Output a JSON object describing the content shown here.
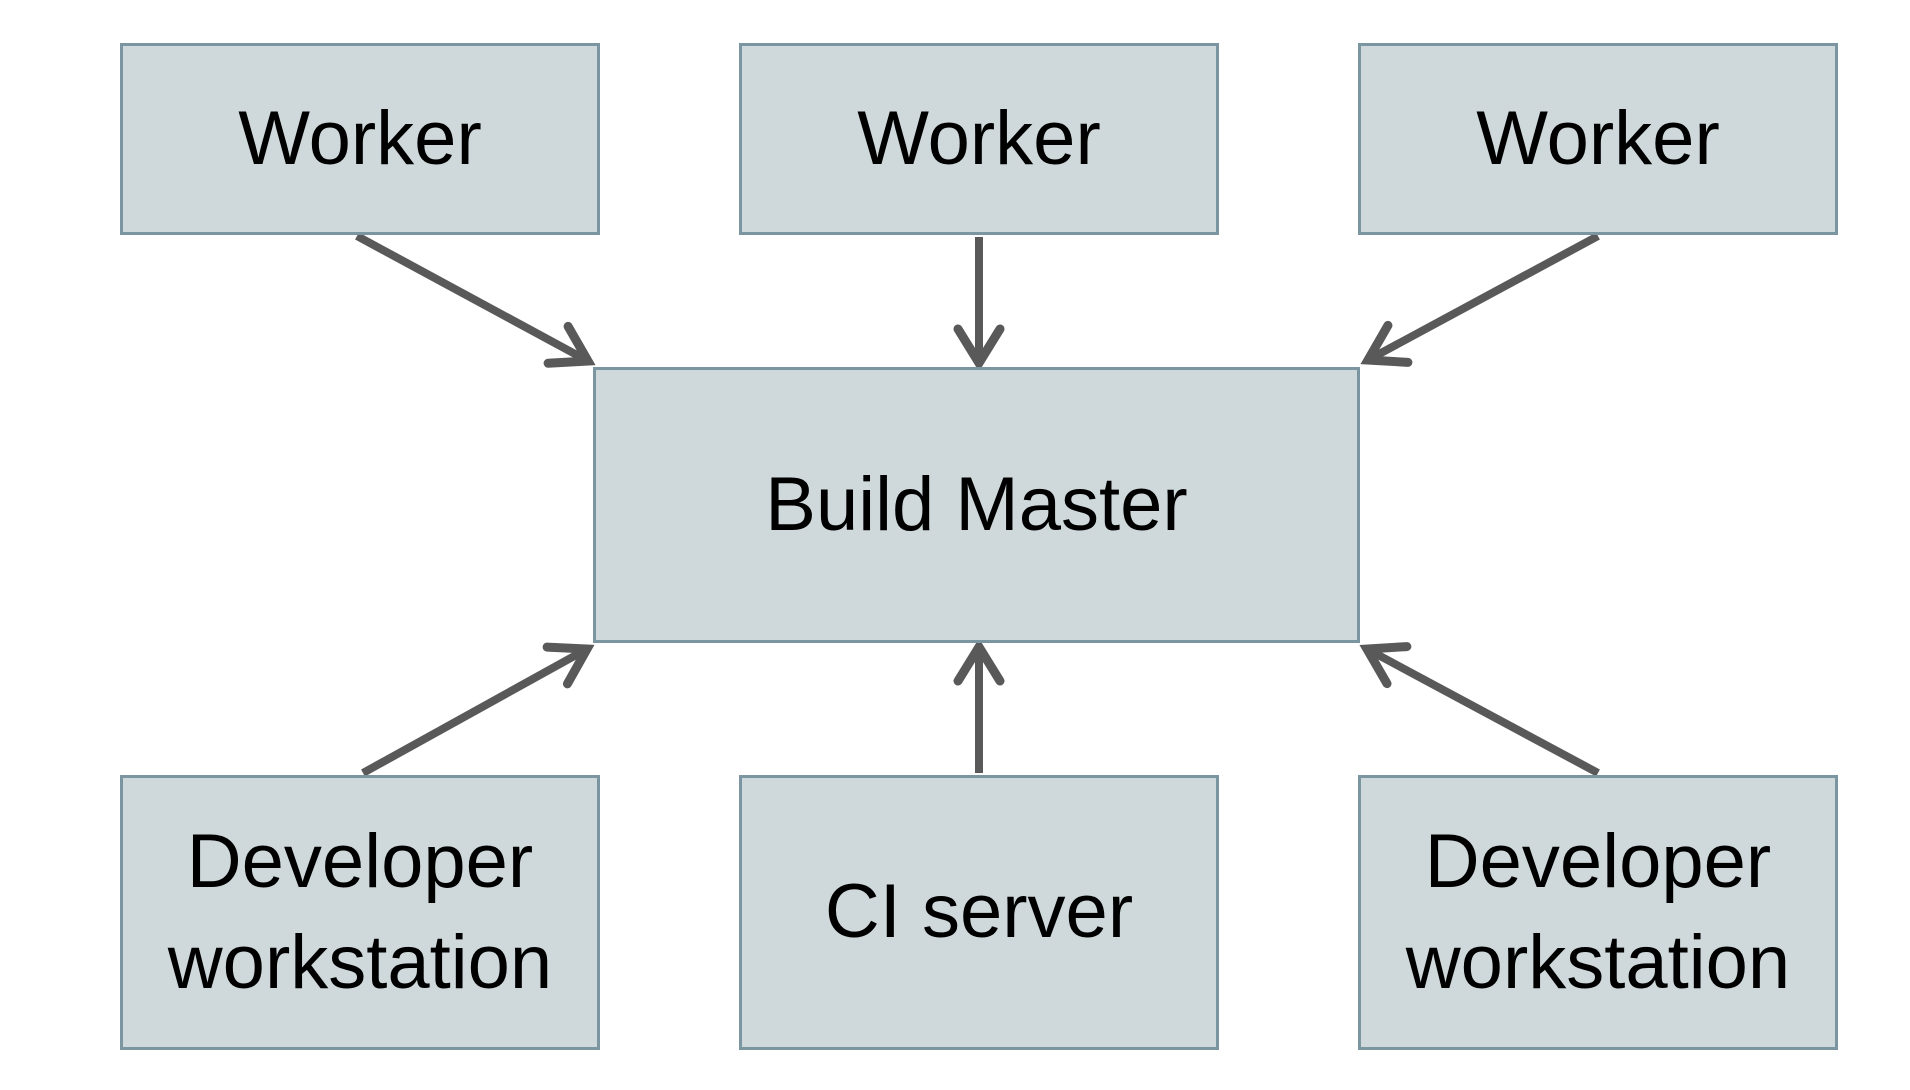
{
  "diagram": {
    "type": "node-edge-diagram",
    "background_color": "#ffffff",
    "node_fill_color": "#cfd8da",
    "node_border_color": "#7b95a1",
    "arrow_color": "#595959",
    "label_color": "#000000",
    "nodes": [
      {
        "id": "worker-1",
        "label": "Worker"
      },
      {
        "id": "worker-2",
        "label": "Worker"
      },
      {
        "id": "worker-3",
        "label": "Worker"
      },
      {
        "id": "build-master",
        "label": "Build Master"
      },
      {
        "id": "developer-workstation-1",
        "label": "Developer workstation"
      },
      {
        "id": "ci-server",
        "label": "CI server"
      },
      {
        "id": "developer-workstation-2",
        "label": "Developer workstation"
      }
    ],
    "edges": [
      {
        "from": "worker-1",
        "to": "build-master"
      },
      {
        "from": "worker-2",
        "to": "build-master"
      },
      {
        "from": "worker-3",
        "to": "build-master"
      },
      {
        "from": "developer-workstation-1",
        "to": "build-master"
      },
      {
        "from": "ci-server",
        "to": "build-master"
      },
      {
        "from": "developer-workstation-2",
        "to": "build-master"
      }
    ]
  }
}
